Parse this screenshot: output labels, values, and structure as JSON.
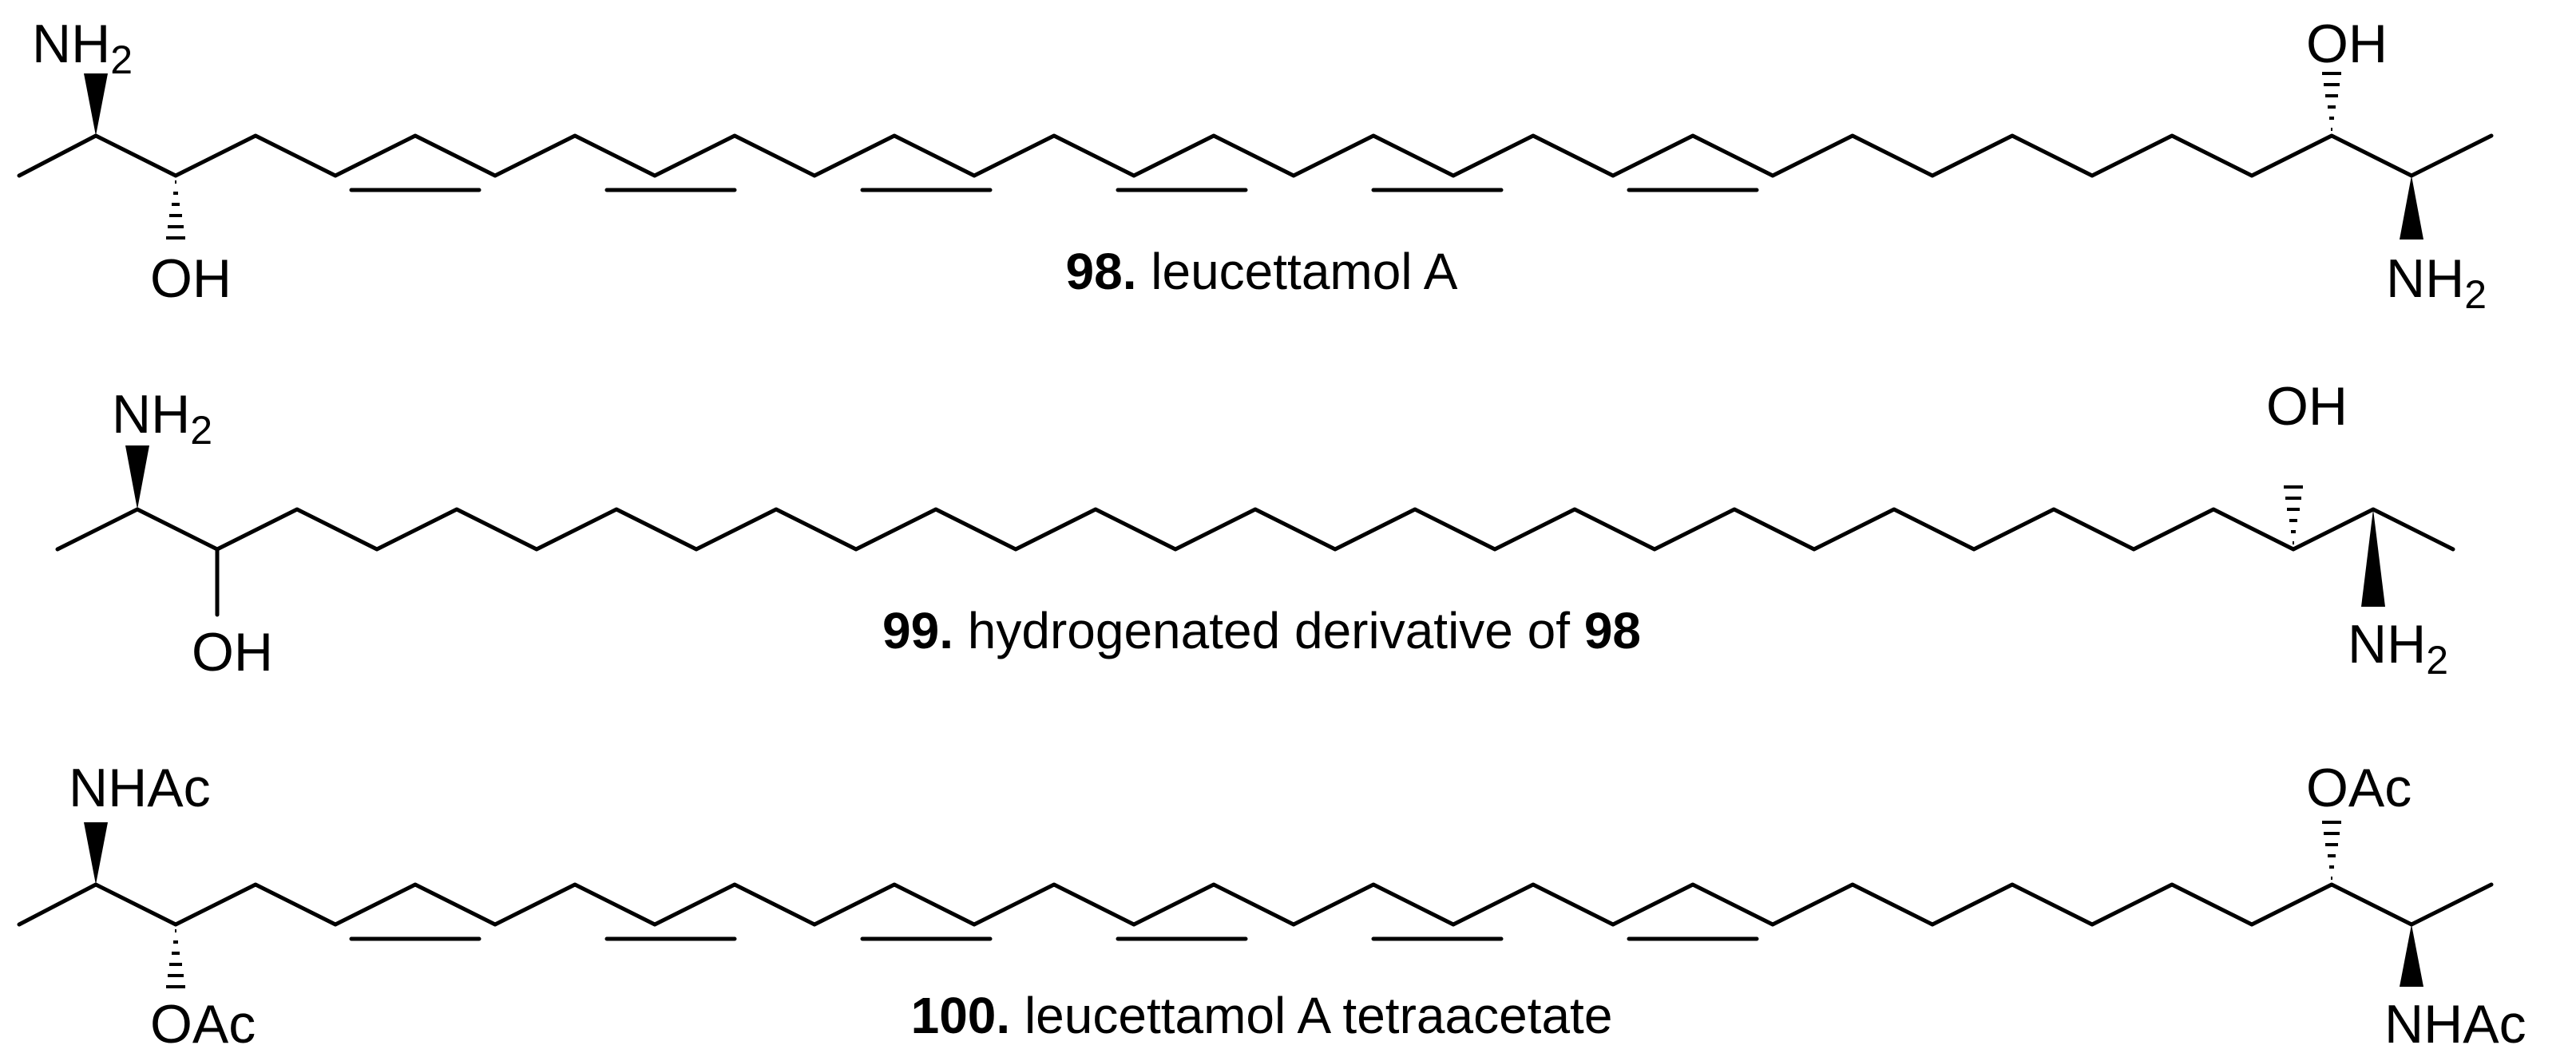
{
  "compounds": [
    {
      "number": "98.",
      "name": "leucettamol A",
      "labels": {
        "top_left": "NH",
        "bottom_left": "OH",
        "top_right": "OH",
        "bottom_right": "NH"
      },
      "label_subscripts": {
        "top_left": "2",
        "bottom_right": "2"
      }
    },
    {
      "number": "99.",
      "name_prefix": "hydrogenated derivative of ",
      "name_ref": "98",
      "labels": {
        "top_left": "NH",
        "bottom_left": "OH",
        "top_right": "OH",
        "bottom_right": "NH"
      },
      "label_subscripts": {
        "top_left": "2",
        "bottom_right": "2"
      }
    },
    {
      "number": "100.",
      "name": "leucettamol A tetraacetate",
      "labels": {
        "top_left": "NHAc",
        "bottom_left": "OAc",
        "top_right": "OAc",
        "bottom_right": "NHAc"
      }
    }
  ]
}
